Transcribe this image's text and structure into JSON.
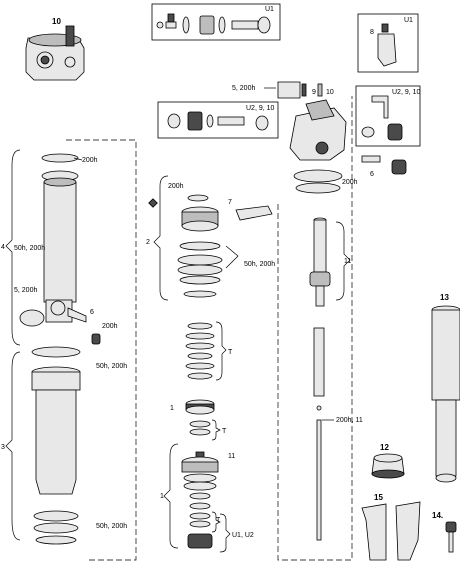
{
  "callouts": {
    "top_box_u1": "U1",
    "right_box_u1": "U1",
    "right_box_u2": "U2, 9, 10",
    "mid_box_u2": "U2, 9, 10",
    "p10": "10",
    "p8": "8",
    "p5_top": "5, 200h",
    "p9": "9",
    "p10b": "10",
    "p7": "7",
    "p2": "2",
    "p200h_a": "200h",
    "p200h_b": "200h",
    "p200h_c": "200h",
    "p6a": "6",
    "p6b": "6",
    "p4": "4",
    "p50h_a": "50h, 200h",
    "p5": "5, 200h",
    "p200h_d": "200h",
    "p50h_b": "50h, 200h",
    "p50h_c": "50h, 200h",
    "p11a": "11",
    "p3": "3",
    "t1": "T",
    "p1a": "1",
    "t2": "T",
    "p11b": "11",
    "p1b": "1",
    "t3": "T",
    "u1u2": "U1, U2",
    "p200h_11": "200h, 11",
    "p12": "12",
    "p13": "13",
    "p14": "14.",
    "p15": "15",
    "p50h_d": "50h, 200h"
  }
}
